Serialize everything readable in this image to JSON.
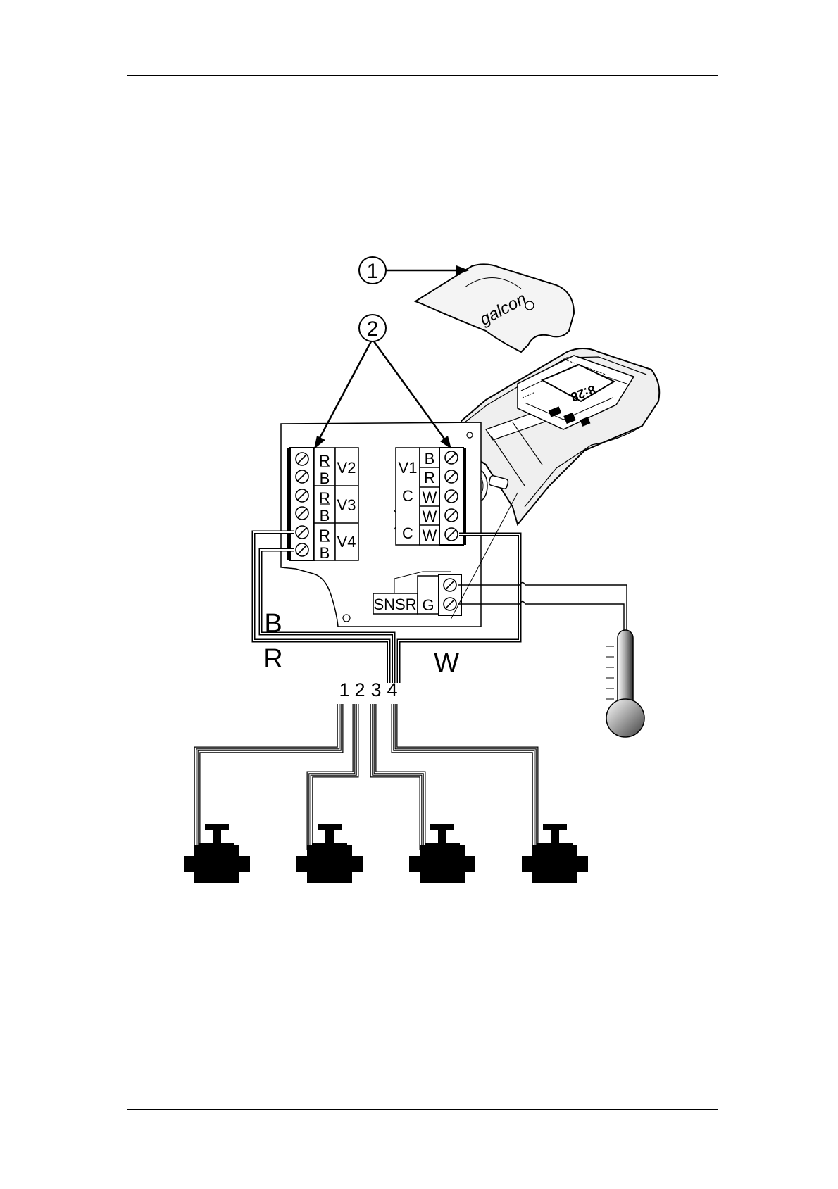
{
  "callouts": {
    "cover": "1",
    "terminals": "2"
  },
  "device": {
    "brand": "galcon",
    "display_time": "8:28"
  },
  "left_block": {
    "letters": [
      "R",
      "B",
      "R",
      "B",
      "R",
      "B"
    ],
    "valves": [
      "V2",
      "V3",
      "V4"
    ]
  },
  "right_block": {
    "valve": "V1",
    "commons": [
      "C",
      "C"
    ],
    "letters": [
      "B",
      "R",
      "W",
      "W",
      "W"
    ]
  },
  "sensor": {
    "label": "SNSR",
    "ground": "G"
  },
  "wires": {
    "black": "B",
    "red": "R",
    "white": "W"
  },
  "cable_numbers": [
    "1",
    "2",
    "3",
    "4"
  ],
  "colors": {
    "ink": "#000000",
    "cover": "#f4f4f4",
    "device": "#ececec",
    "paper": "#ffffff"
  }
}
